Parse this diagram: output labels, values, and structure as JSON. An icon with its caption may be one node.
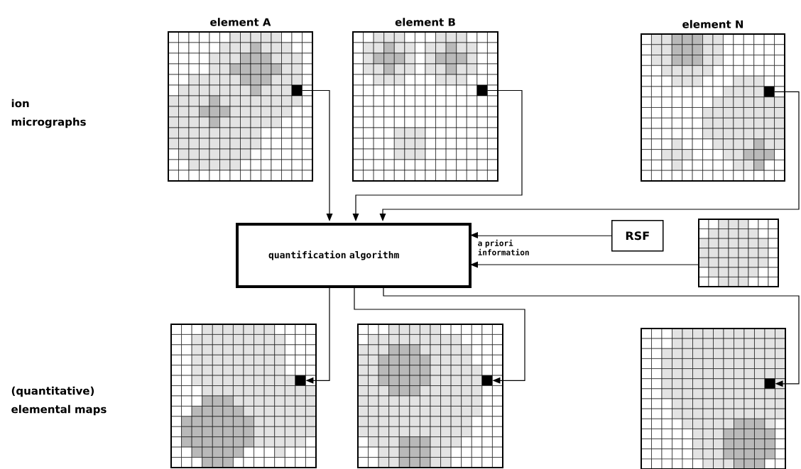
{
  "diagram": {
    "nodes": [
      {
        "text": [
          "element A"
        ]
      },
      {
        "text": [
          "element B"
        ]
      },
      {
        "text": [
          "element N"
        ]
      },
      {
        "text": [
          "quantification algorithm"
        ]
      },
      {
        "text": [
          "RSF"
        ]
      },
      {
        "text": [],
        "shape": "picture"
      },
      {
        "text": [],
        "shape": "picture"
      },
      {
        "text": [],
        "shape": "picture"
      },
      {
        "text": [],
        "shape": "picture"
      }
    ],
    "edges": [
      {
        "from": 0,
        "to": 3,
        "arrow": "to"
      },
      {
        "from": 1,
        "to": 3,
        "arrow": "to"
      },
      {
        "from": 2,
        "to": 3,
        "arrow": "to"
      },
      {
        "from": 4,
        "to": 3,
        "arrow": "to",
        "label": "a priori information"
      },
      {
        "from": 5,
        "to": 3,
        "arrow": "to"
      },
      {
        "from": 3,
        "to": 6,
        "arrow": "to"
      },
      {
        "from": 3,
        "to": 7,
        "arrow": "to"
      },
      {
        "from": 3,
        "to": 8,
        "arrow": "to"
      }
    ],
    "labels": [
      "ion micrographs",
      "(quantitative) elemental maps"
    ]
  }
}
